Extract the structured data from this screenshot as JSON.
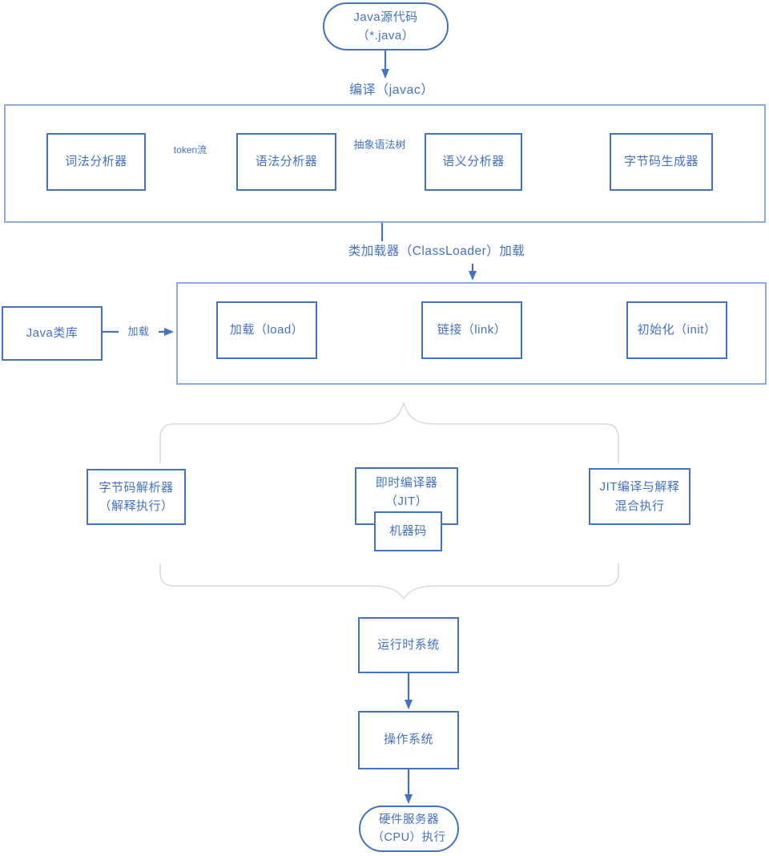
{
  "diagram": {
    "source_node": {
      "line1": "Java源代码",
      "line2": "（*.java）"
    },
    "compile_label": "编译（javac）",
    "compile_phase": {
      "lexer": "词法分析器",
      "token_stream_label": "token流",
      "parser": "语法分析器",
      "ast_label": "抽象语法树",
      "semantic": "语义分析器",
      "bytecode_generator": "字节码生成器"
    },
    "classloader_label": "类加载器（ClassLoader）加载",
    "java_library": "Java类库",
    "load_edge_label": "加载",
    "class_loading": {
      "load": "加载（load）",
      "link": "链接（link）",
      "init": "初始化（init）"
    },
    "execution": {
      "interpreter_line1": "字节码解析器",
      "interpreter_line2": "（解释执行）",
      "jit_line1": "即时编译器",
      "jit_line2": "（JIT）",
      "machine_code": "机器码",
      "mixed_line1": "JIT编译与解释",
      "mixed_line2": "混合执行"
    },
    "runtime_system": "运行时系统",
    "operating_system": "操作系统",
    "hardware_node": {
      "line1": "硬件服务器",
      "line2": "（CPU）执行"
    }
  },
  "colors": {
    "accent_blue": "#4472C4",
    "container_border_blue": "#8FAADC",
    "brace_gray": "#D9D9D9",
    "background": "#FFFFFF"
  }
}
